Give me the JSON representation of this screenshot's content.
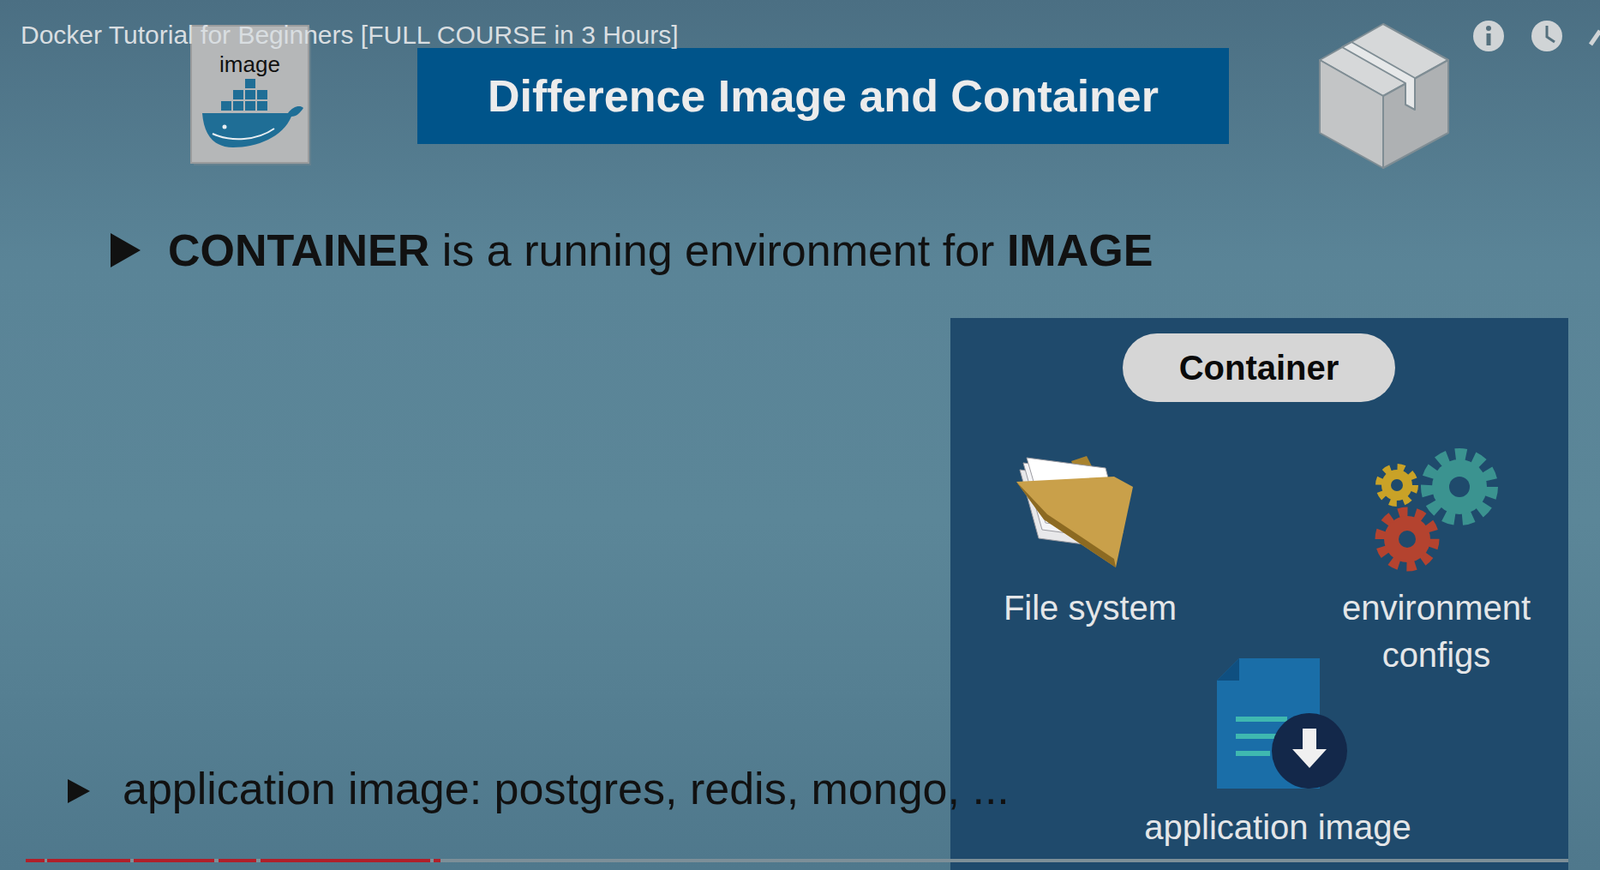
{
  "diagram": {
    "title": "Difference Image and Container",
    "nodes": [
      {
        "text": [
          "File system",
          "environment configs",
          "application image"
        ]
      },
      {
        "text": [
          "Container"
        ],
        "in": 0
      },
      {
        "text": [
          "image"
        ]
      }
    ],
    "labels": [
      "Docker Tutorial for Beginners [FULL COURSE in 3 Hours]",
      "CONTAINER",
      "is a running environment for",
      "IMAGE",
      "application image: postgres, redis, mongo, ..."
    ]
  }
}
